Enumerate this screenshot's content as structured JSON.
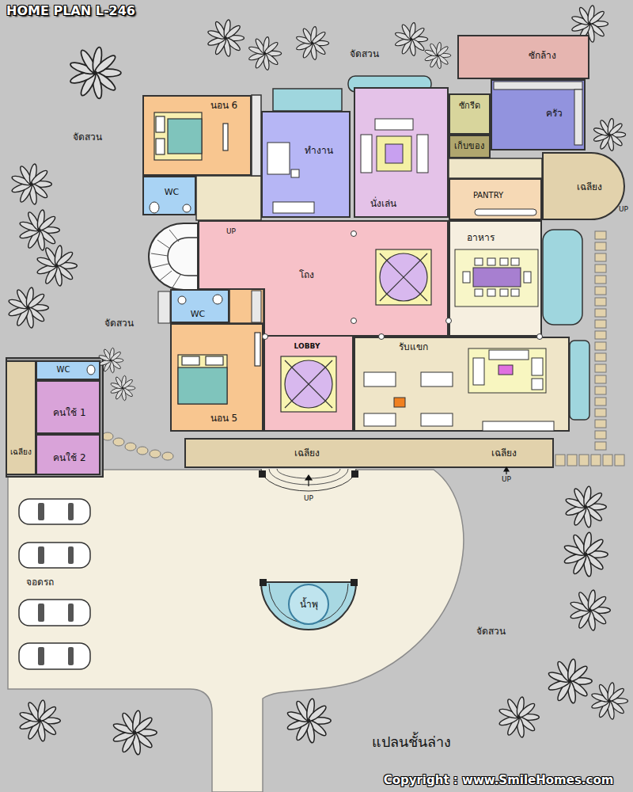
{
  "diagram": {
    "title": "HOME PLAN L-246",
    "caption": "แปลนชั้นล่าง",
    "nodes": [
      {
        "text": [
          "ซักล้าง"
        ]
      },
      {
        "text": [
          "นอน 6"
        ]
      },
      {
        "text": [
          "ทำงาน"
        ]
      },
      {
        "text": [
          "นั่งเล่น"
        ]
      },
      {
        "text": [
          "ซักรีด"
        ]
      },
      {
        "text": [
          "ครัว"
        ]
      },
      {
        "text": [
          "เก็บของ"
        ]
      },
      {
        "text": [
          "WC"
        ]
      },
      {
        "text": [
          "PANTRY"
        ]
      },
      {
        "text": [
          "เฉลียง"
        ]
      },
      {
        "text": [
          "โถง"
        ]
      },
      {
        "text": [
          "อาหาร"
        ]
      },
      {
        "text": [
          "WC"
        ]
      },
      {
        "text": [
          "LOBBY"
        ]
      },
      {
        "text": [
          "รับแขก"
        ]
      },
      {
        "text": [
          "WC"
        ]
      },
      {
        "text": [
          "คนใช้ 1"
        ]
      },
      {
        "text": [
          "นอน 5"
        ]
      },
      {
        "text": [
          "คนใช้ 2"
        ]
      },
      {
        "text": [
          "เฉลียง"
        ]
      },
      {
        "text": [
          "เฉลียง",
          "เฉลียง"
        ]
      },
      {
        "text": [
          "จอดรถ"
        ]
      },
      {
        "text": [
          "น้ำพุ"
        ]
      }
    ],
    "labels": [
      "จัดสวน",
      "จัดสวน",
      "UP",
      "UP",
      "จัดสวน",
      "UP",
      "UP",
      "จัดสวน",
      "Copyright : www.SmileHomes.com"
    ]
  }
}
